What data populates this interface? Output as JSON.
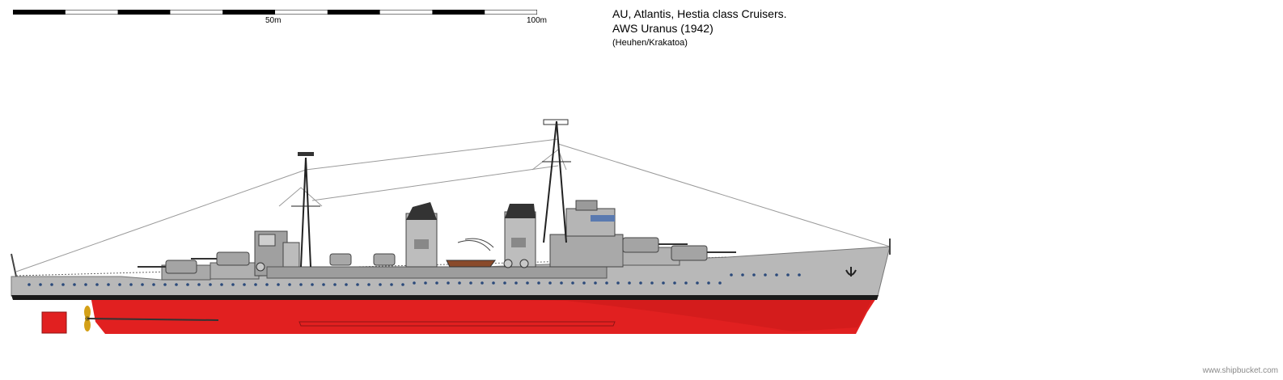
{
  "scale": {
    "mid_label": "50m",
    "end_label": "100m",
    "segments": 10
  },
  "title": {
    "line1": "AU, Atlantis, Hestia class Cruisers.",
    "line2": "AWS Uranus (1942)",
    "credit": "(Heuhen/Krakatoa)"
  },
  "watermark": "www.shipbucket.com",
  "colors": {
    "hull_red": "#e12020",
    "hull_grey": "#b8b8b8",
    "boot_top": "#1a1a1a",
    "deck_grey": "#a9a9a9",
    "funnel_cap": "#333333",
    "rigging": "#9a9a9a",
    "porthole": "#2b4a7a"
  },
  "icons": {
    "anchor": "anchor-icon",
    "propeller": "propeller-icon"
  }
}
